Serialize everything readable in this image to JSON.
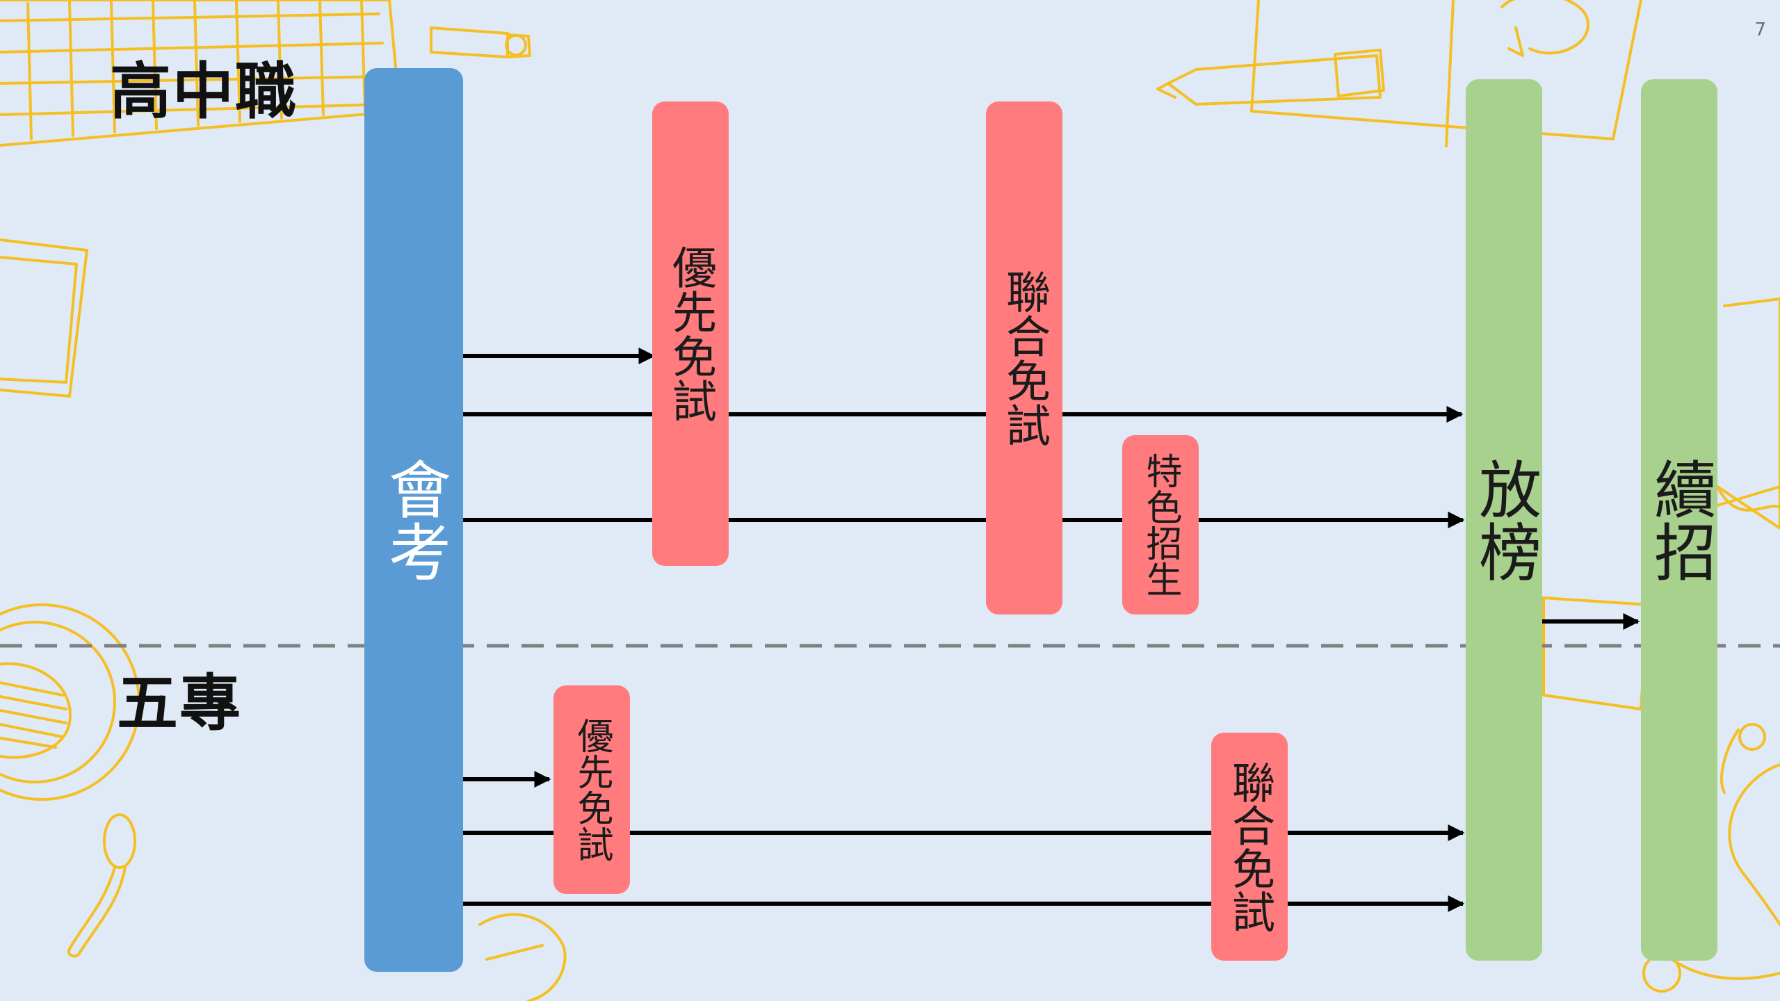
{
  "page_number": "7",
  "sections": {
    "upper": "高中職",
    "lower": "五專"
  },
  "bars": {
    "exam": "會考",
    "hs_priority": "優先免試",
    "hs_joint": "聯合免試",
    "hs_special": "特色招生",
    "vc_priority": "優先免試",
    "vc_joint": "聯合免試",
    "announce": "放榜",
    "further": "續招"
  },
  "colors": {
    "exam": "#5b9bd5",
    "admission": "#ff7b7e",
    "result": "#a9d18e",
    "arrow": "#000000",
    "divider": "#7f7f7f",
    "doodle": "#f5bf24"
  },
  "icons": [
    "keyboard-doodle",
    "usb-drive-doodle",
    "marker-doodle",
    "notebook-doodle",
    "tablet-doodle",
    "coffee-cup-doodle",
    "spoon-doodle",
    "phone-doodle",
    "earphones-doodle"
  ]
}
